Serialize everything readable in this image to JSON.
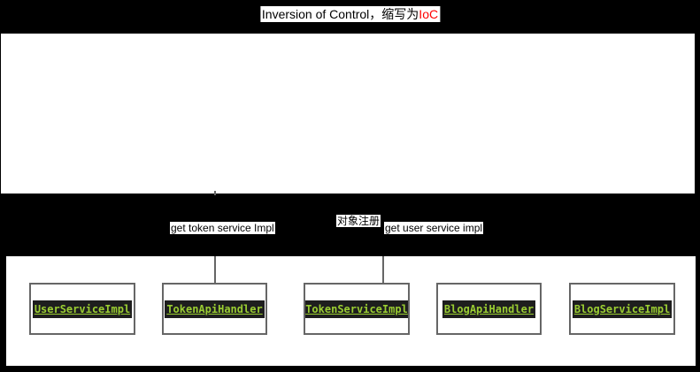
{
  "title": {
    "text": "Inversion of Control，缩写为",
    "accent": "IoC"
  },
  "edge_labels": {
    "get_token": "get token service Impl",
    "object_registration": "对象注册",
    "get_user": "get user service impl"
  },
  "components": [
    {
      "label": "UserServiceImpl"
    },
    {
      "label": "TokenApiHandler"
    },
    {
      "label": "TokenServiceImpl"
    },
    {
      "label": "BlogApiHandler"
    },
    {
      "label": "BlogServiceImpl"
    }
  ],
  "colors": {
    "accent_green": "#9ACD32",
    "accent_red": "#FF0000",
    "line_gray": "#666666",
    "code_bg": "#1E1E1E",
    "panel_white": "#FFFFFF",
    "canvas_black": "#000000"
  }
}
